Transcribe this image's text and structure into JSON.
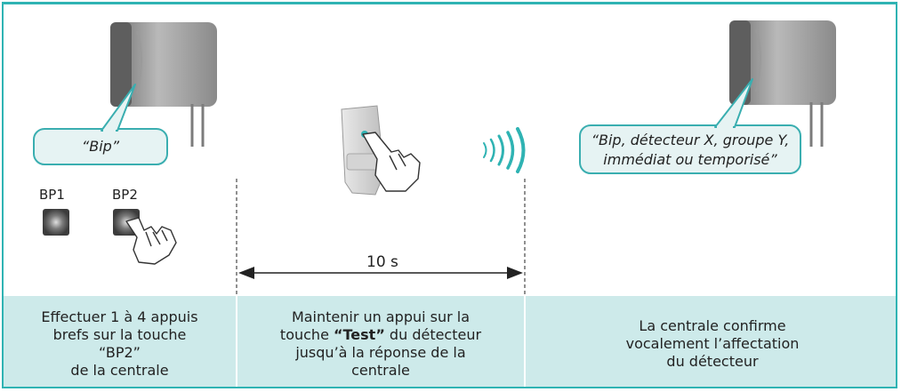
{
  "bubbles": {
    "left": "“Bip”",
    "right_line1": "“Bip, détecteur X, groupe Y,",
    "right_line2": "immédiat ou temporisé”"
  },
  "buttons": {
    "bp1": "BP1",
    "bp2": "BP2"
  },
  "duration": "10 s",
  "steps": [
    {
      "lines": [
        "Effectuer 1 à 4 appuis",
        "brefs sur la touche",
        "“BP2”",
        "de la centrale"
      ]
    },
    {
      "line1": "Maintenir un appui sur la",
      "line2_pre": "touche ",
      "line2_bold": "“Test”",
      "line2_post": " du détecteur",
      "line3": "jusqu’à la réponse de la",
      "line4": "centrale"
    },
    {
      "lines": [
        "La centrale confirme",
        "vocalement l’affectation",
        "du détecteur"
      ]
    }
  ],
  "colors": {
    "frame": "#2fb3b3",
    "panel": "#cdeaea",
    "bubble_border": "#3aaeb0",
    "bubble_fill": "#e6f3f3"
  },
  "icons": [
    "alarm-central-unit",
    "speech-bubble",
    "push-button",
    "pointing-hand",
    "motion-detector",
    "radio-waves",
    "dimension-arrow"
  ]
}
